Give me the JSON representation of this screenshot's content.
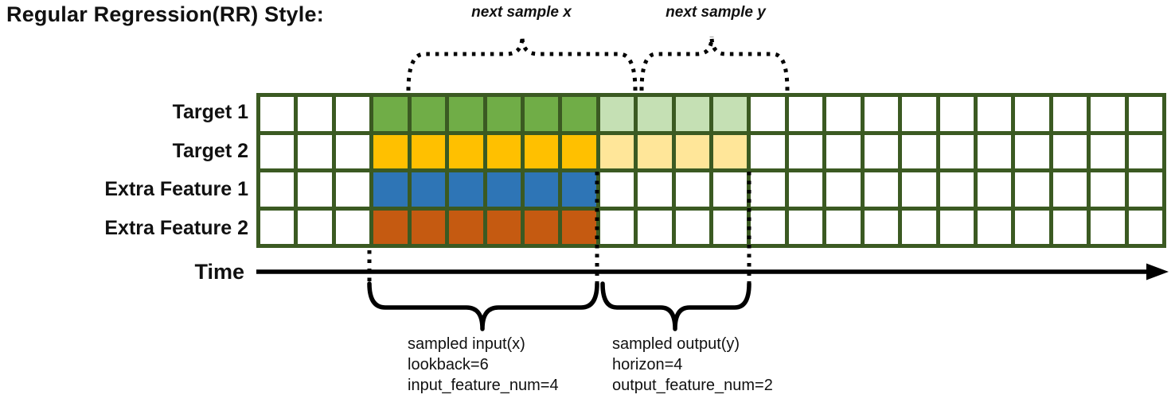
{
  "title": "Regular Regression(RR) Style:",
  "colors": {
    "ink": "#000000",
    "grid_border": "#3B5A22",
    "cell_empty": "#FFFFFF",
    "green": "#70AD47",
    "green_light": "#C5E0B4",
    "yellow": "#FFC000",
    "yellow_light": "#FFE699",
    "blue": "#2E75B6",
    "orange": "#C55A11"
  },
  "grid": {
    "columns": 24,
    "rows": [
      {
        "label": "Target 1",
        "segments": [
          {
            "start": 3,
            "count": 6,
            "color_key": "green"
          },
          {
            "start": 9,
            "count": 4,
            "color_key": "green_light"
          }
        ]
      },
      {
        "label": "Target 2",
        "segments": [
          {
            "start": 3,
            "count": 6,
            "color_key": "yellow"
          },
          {
            "start": 9,
            "count": 4,
            "color_key": "yellow_light"
          }
        ]
      },
      {
        "label": "Extra Feature 1",
        "segments": [
          {
            "start": 3,
            "count": 6,
            "color_key": "blue"
          }
        ]
      },
      {
        "label": "Extra Feature 2",
        "segments": [
          {
            "start": 3,
            "count": 6,
            "color_key": "orange"
          }
        ]
      }
    ]
  },
  "annotations": {
    "next_sample_x": "next sample x",
    "next_sample_y": "next sample y",
    "time_label": "Time",
    "input_lines": [
      "sampled input(x)",
      "lookback=6",
      "input_feature_num=4"
    ],
    "output_lines": [
      "sampled output(y)",
      "horizon=4",
      "output_feature_num=2"
    ]
  }
}
